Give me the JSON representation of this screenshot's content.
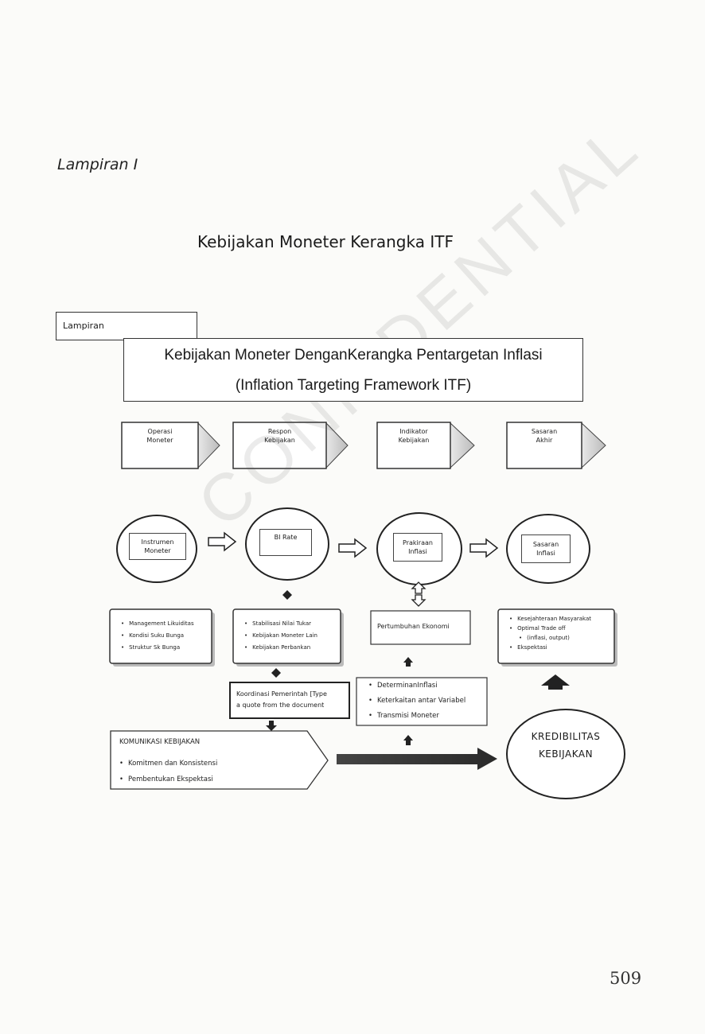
{
  "header_label": "Lampiran I",
  "page_title": "Kebijakan Moneter Kerangka ITF",
  "diagram": {
    "lampiran_box": "Lampiran",
    "title_line1": "Kebijakan Moneter  DenganKerangka Pentargetan Inflasi",
    "title_line2": "(Inflation Targeting Framework ITF)",
    "stages": [
      {
        "line1": "Operasi",
        "line2": "Moneter"
      },
      {
        "line1": "Respon",
        "line2": "Kebijakan"
      },
      {
        "line1": "Indikator",
        "line2": "Kebijakan"
      },
      {
        "line1": "Sasaran",
        "line2": "Akhir"
      }
    ],
    "ovals": [
      {
        "line1": "Instrumen",
        "line2": "Moneter"
      },
      {
        "line1": "BI Rate",
        "line2": ""
      },
      {
        "line1": "Prakiraan",
        "line2": "Inflasi"
      },
      {
        "line1": "Sasaran",
        "line2": "Inflasi"
      }
    ],
    "box_instrumen": [
      "Management Likuiditas",
      "Kondisi Suku Bunga",
      "Struktur Sk Bunga"
    ],
    "box_birate": [
      "Stabilisasi Nilai Tukar",
      "Kebijakan Moneter Lain",
      "Kebijakan Perbankan"
    ],
    "box_pertumbuhan": "Pertumbuhan Ekonomi",
    "box_sasaran": [
      "Kesejahteraan Masyarakat",
      "Optimal Trade off",
      "(inflasi, output)",
      "Ekspektasi"
    ],
    "koordinasi_line1": "Koordinasi Pemerintah  [Type",
    "koordinasi_line2": "a quote from the document",
    "box_determinan": [
      "DeterminanInflasi",
      "Keterkaitan antar Variabel",
      "Transmisi Moneter"
    ],
    "komunikasi_title": "KOMUNIKASI  KEBIJAKAN",
    "komunikasi_items": [
      "Komitmen dan Konsistensi",
      "Pembentukan Ekspektasi"
    ],
    "kredibilitas_line1": "KREDIBILITAS",
    "kredibilitas_line2": "KEBIJAKAN"
  },
  "page_number": "509"
}
